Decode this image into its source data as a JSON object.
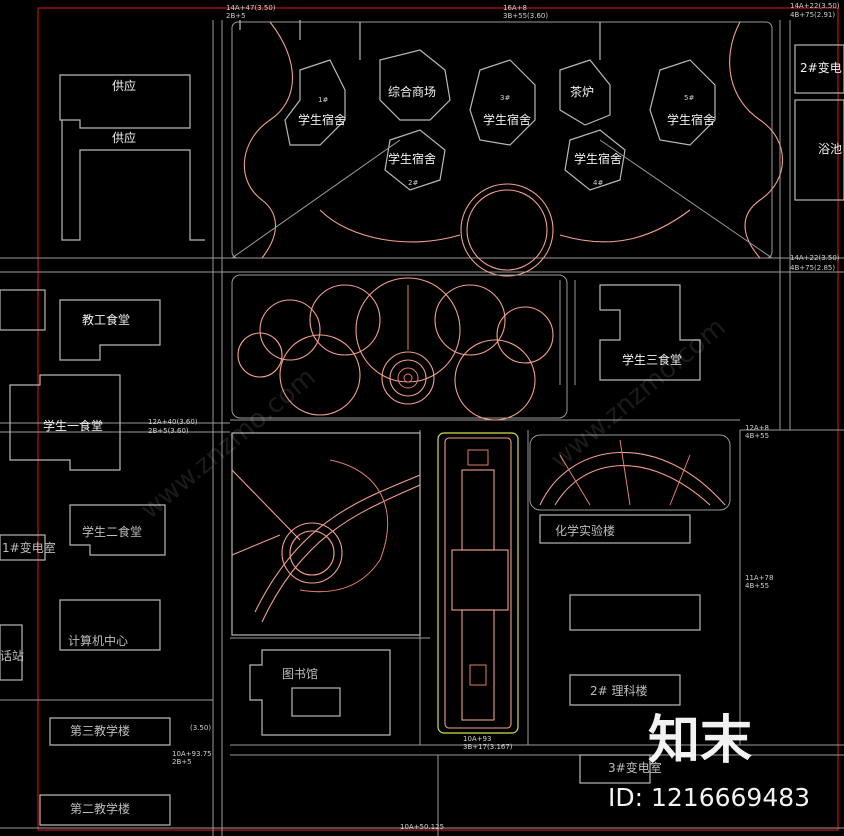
{
  "labels": {
    "gongying1": "供应",
    "gongying2": "供应",
    "dorm1": "学生宿舍",
    "dorm2": "学生宿舍",
    "dorm3": "学生宿舍",
    "dorm4": "学生宿舍",
    "dorm5": "学生宿舍",
    "mall": "综合商场",
    "boiler": "茶炉",
    "substation2": "2#变电",
    "bath": "浴池",
    "staff_canteen": "教工食堂",
    "canteen3": "学生三食堂",
    "canteen1": "学生一食堂",
    "canteen2": "学生二食堂",
    "substation1": "1#变电室",
    "chem_lab": "化学实验楼",
    "computer_center": "计算机中心",
    "phone": "话站",
    "library": "图书馆",
    "science_bldg": "2# 理科楼",
    "teaching3": "第三教学楼",
    "teaching2": "第二教学楼",
    "substation3": "3#变电室"
  },
  "dorm_numbers": {
    "n1": "1#",
    "n2": "2#",
    "n3": "3#",
    "n4": "4#",
    "n5": "5#"
  },
  "elevation_notes": {
    "e1": "14A+47(3.50)",
    "e2": "2B+5",
    "e3": "14A+22(3.50)",
    "e4": "4B+75(2.85)",
    "e5": "12A+40(3.60)",
    "e6": "2B+5(3.60)",
    "e7": "12A+8",
    "e8": "4B+55",
    "e9": "11A+78",
    "e10": "4B+55",
    "e11": "10A+93",
    "e12": "3B+17(3.167)",
    "e13": "10A+93.75",
    "e14": "2B+5",
    "e15": "10A+50.125",
    "e16": "(3.50)",
    "e17": "14A+22(3.50)",
    "e18": "4B+75(2.91)",
    "e19": "16A+8",
    "e20": "3B+55(3.60)"
  },
  "watermark": {
    "brand": "知末",
    "id_text": "ID: 1216669483",
    "diag_text": "www.znzmo.com"
  }
}
